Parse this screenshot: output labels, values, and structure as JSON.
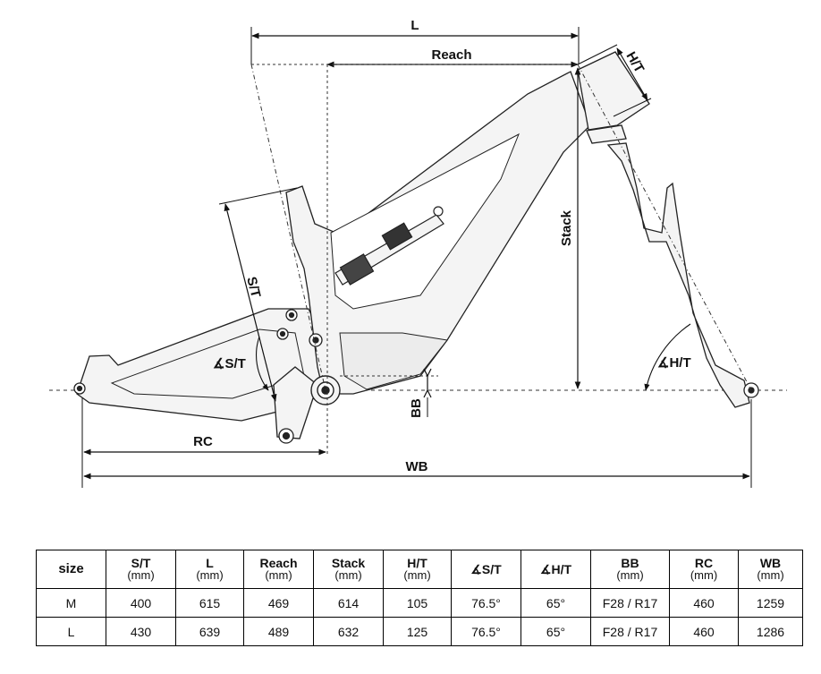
{
  "diagram": {
    "labels": {
      "l": "L",
      "reach": "Reach",
      "ht": "H/T",
      "stack": "Stack",
      "st": "S/T",
      "st_angle": "∡S/T",
      "ht_angle": "∡H/T",
      "bb": "BB",
      "rc": "RC",
      "wb": "WB"
    },
    "colors": {
      "frame": "#f4f4f4",
      "line": "#222222",
      "dim": "#111111"
    }
  },
  "table": {
    "headers": [
      {
        "label": "size",
        "unit": ""
      },
      {
        "label": "S/T",
        "unit": "(mm)"
      },
      {
        "label": "L",
        "unit": "(mm)"
      },
      {
        "label": "Reach",
        "unit": "(mm)"
      },
      {
        "label": "Stack",
        "unit": "(mm)"
      },
      {
        "label": "H/T",
        "unit": "(mm)"
      },
      {
        "label": "∡S/T",
        "unit": ""
      },
      {
        "label": "∡H/T",
        "unit": ""
      },
      {
        "label": "BB",
        "unit": "(mm)"
      },
      {
        "label": "RC",
        "unit": "(mm)"
      },
      {
        "label": "WB",
        "unit": "(mm)"
      }
    ],
    "rows": [
      [
        "M",
        "400",
        "615",
        "469",
        "614",
        "105",
        "76.5°",
        "65°",
        "F28 / R17",
        "460",
        "1259"
      ],
      [
        "L",
        "430",
        "639",
        "489",
        "632",
        "125",
        "76.5°",
        "65°",
        "F28 / R17",
        "460",
        "1286"
      ]
    ]
  }
}
